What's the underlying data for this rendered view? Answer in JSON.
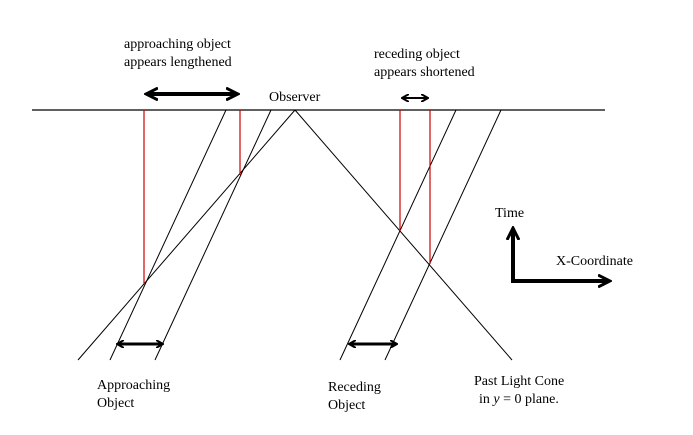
{
  "labels": {
    "approaching_note": [
      "approaching object",
      "appears lengthened"
    ],
    "receding_note": [
      "receding object",
      "appears shortened"
    ],
    "observer": "Observer",
    "time_axis": "Time",
    "x_axis": "X-Coordinate",
    "approaching_object": [
      "Approaching",
      "Object"
    ],
    "receding_object": [
      "Receding",
      "Object"
    ],
    "light_cone": {
      "line1": "Past Light Cone",
      "line2_prefix": "in ",
      "line2_var": "y",
      "line2_suffix": " = 0 plane."
    }
  },
  "colors": {
    "line": "#000000",
    "projection": "#d00000",
    "background": "#ffffff"
  }
}
